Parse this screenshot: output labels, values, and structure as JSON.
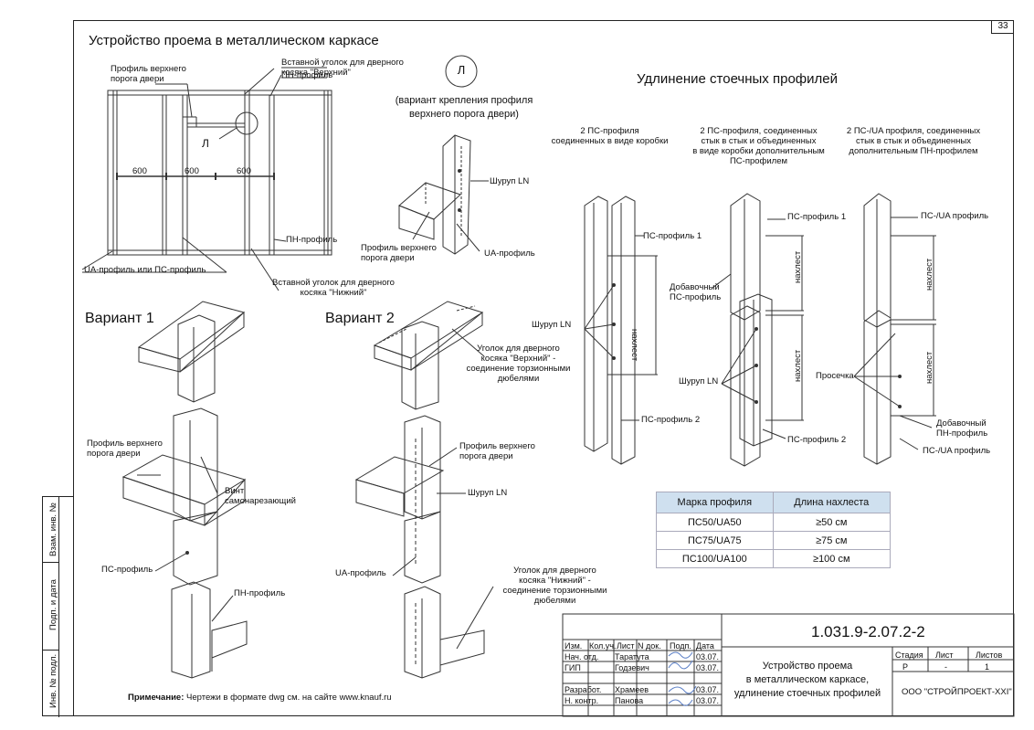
{
  "page_number": "33",
  "titles": {
    "opening": "Устройство проема в металлическом каркасе",
    "extension": "Удлинение стоечных профилей",
    "variant1": "Вариант 1",
    "variant2": "Вариант 2",
    "detail_letter": "Л",
    "detail_caption": "(вариант крепления профиля\nверхнего порога двери)"
  },
  "opening_labels": {
    "top_sill_profile": "Профиль верхнего\nпорога двери",
    "insert_corner_top": "Вставной уголок для дверного\nкосяка \"Верхний\"",
    "pn_profile_top": "ПН-профиль",
    "detail_ref": "Л",
    "dim1": "600",
    "dim2": "600",
    "dim3": "600",
    "pn_profile_bottom": "ПН-профиль",
    "ua_or_ps": "UA-профиль или ПС-профиль",
    "insert_corner_bottom": "Вставной уголок для дверного\nкосяка \"Нижний\""
  },
  "detail_labels": {
    "screw_ln": "Шуруп LN",
    "top_sill_profile": "Профиль верхнего\nпорога двери",
    "ua_profile": "UA-профиль"
  },
  "variant1_labels": {
    "top_sill_profile": "Профиль верхнего\nпорога двери",
    "screw": "Винт\nсамонарезающий",
    "ps_profile": "ПС-профиль",
    "pn_profile": "ПН-профиль"
  },
  "variant2_labels": {
    "corner_top": "Уголок для дверного\nкосяка \"Верхний\" -\nсоединение торзионными\nдюбелями",
    "top_sill_profile": "Профиль верхнего\nпорога двери",
    "screw_ln": "Шуруп LN",
    "ua_profile": "UA-профиль",
    "corner_bottom": "Уголок для дверного\nкосяка \"Нижний\" -\nсоединение торзионными\nдюбелями"
  },
  "extension_headers": [
    "2 ПС-профиля\nсоединенных в виде коробки",
    "2 ПС-профиля, соединенных\nстык в стык и объединенных\nв виде коробки дополнительным\nПС-профилем",
    "2 ПС-/UA профиля, соединенных\nстык в стык и объединенных\nдополнительным ПН-профилем"
  ],
  "extension_labels": {
    "c1_ps1": "ПС-профиль 1",
    "c1_screw": "Шуруп LN",
    "c1_overlap": "нахлест",
    "c1_ps2": "ПС-профиль 2",
    "c2_ps1": "ПС-профиль 1",
    "c2_extra": "Добавочный\nПС-профиль",
    "c2_overlap1": "нахлест",
    "c2_overlap2": "нахлест",
    "c2_screw": "Шуруп LN",
    "c2_ps2": "ПС-профиль 2",
    "c3_ua": "ПС-/UA профиль",
    "c3_overlap1": "нахлест",
    "c3_overlap2": "нахлест",
    "c3_cut": "Просечка",
    "c3_extra": "Добавочный\nПН-профиль",
    "c3_ua2": "ПС-/UA профиль"
  },
  "marks_table": {
    "headers": [
      "Марка профиля",
      "Длина нахлеста"
    ],
    "rows": [
      [
        "ПС50/UA50",
        "≥50 см"
      ],
      [
        "ПС75/UA75",
        "≥75 см"
      ],
      [
        "ПС100/UA100",
        "≥100 см"
      ]
    ],
    "header_color": "#cfe0ef"
  },
  "note": {
    "label": "Примечание:",
    "text": " Чертежи в формате dwg см. на сайте www.knauf.ru"
  },
  "sidebar": {
    "field1": "Взам. инв. №",
    "field2": "Подп. и дата",
    "field3": "Инв. № подл."
  },
  "title_block": {
    "code": "1.031.9-2.07.2-2",
    "col_headers": [
      "Изм.",
      "Кол.уч.",
      "Лист",
      "N док.",
      "Подп.",
      "Дата"
    ],
    "rows": [
      {
        "role": "Нач. отд.",
        "name": "Таратута",
        "date": "03.07."
      },
      {
        "role": "ГИП",
        "name": "Годзевич",
        "date": "03.07."
      },
      {
        "role": "Разработ.",
        "name": "Храмеев",
        "date": "03.07."
      },
      {
        "role": "Н. контр.",
        "name": "Панова",
        "date": "03.07."
      }
    ],
    "description": "Устройство проема\nв металлическом каркасе,\nудлинение стоечных профилей",
    "stage_headers": [
      "Стадия",
      "Лист",
      "Листов"
    ],
    "stage_values": [
      "Р",
      "-",
      "1"
    ],
    "company": "ООО \"СТРОЙПРОЕКТ-XXI\""
  }
}
